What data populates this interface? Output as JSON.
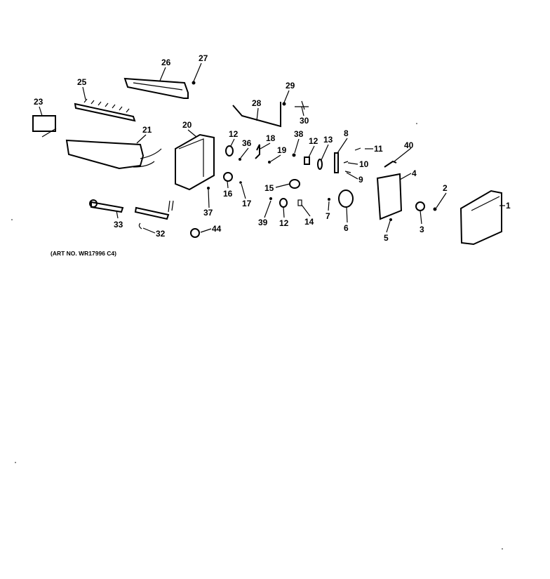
{
  "diagram": {
    "art_number": "(ART NO. WR17996 C4)",
    "callouts": [
      "26",
      "27",
      "25",
      "23",
      "21",
      "20",
      "28",
      "29",
      "30",
      "12",
      "36",
      "18",
      "19",
      "38",
      "12",
      "13",
      "8",
      "11",
      "10",
      "9",
      "40",
      "4",
      "2",
      "1",
      "16",
      "17",
      "15",
      "37",
      "39",
      "12",
      "14",
      "7",
      "6",
      "5",
      "3",
      "33",
      "32",
      "44"
    ],
    "colors": {
      "ink": "#000000",
      "background": "#ffffff"
    }
  }
}
